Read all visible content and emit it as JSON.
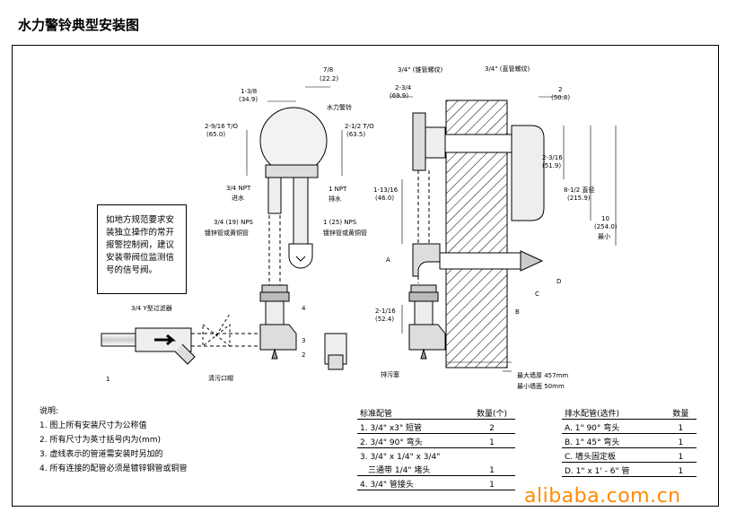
{
  "title": "水力警铃典型安装图",
  "callouts": {
    "d_7_8": "7/8",
    "d_7_8_mm": "(22.2)",
    "d_1_3_8": "1-3/8",
    "d_1_3_8_mm": "(34.9)",
    "d_2_9_16": "2-9/16 T/O",
    "d_2_9_16_mm": "(65.0)",
    "d_2_1_2": "2-1/2 T/O",
    "d_2_1_2_mm": "(63.5)",
    "alarm": "水力警铃",
    "npt_in": "3/4 NPT",
    "inlet": "进水",
    "npt_out": "1 NPT",
    "drain": "排水",
    "nps_in": "3/4 (19) NPS",
    "pipe_in": "镀锌管或黄铜管",
    "nps_out": "1 (25) NPS",
    "pipe_out": "镀锌管或黄铜管",
    "y_strainer": "3/4 Y型过滤器",
    "cleanout": "清污口帽",
    "num1": "1",
    "num2": "2",
    "num3": "3",
    "num4": "4",
    "thread_taper": "3/4\" (锥管螺纹)",
    "thread_straight": "3/4\" (直管螺纹)",
    "d_2_3_4": "2-3/4",
    "d_2_3_4_mm": "(69.9)",
    "d_2": "2",
    "d_2_mm": "(50.8)",
    "d_2_3_16": "2-3/16",
    "d_2_3_16_mm": "(51.9)",
    "d_8_1_2": "8-1/2 直径",
    "d_8_1_2_mm": "(215.9)",
    "d_10": "10",
    "d_10_mm": "(254.0)",
    "d_10_min": "最小",
    "d_1_13_16": "1-13/16",
    "d_1_13_16_mm": "(46.0)",
    "d_2_1_16": "2-1/16",
    "d_2_1_16_mm": "(52.4)",
    "lbl_a": "A",
    "lbl_b": "B",
    "lbl_c": "C",
    "lbl_d": "D",
    "drain_plug": "排污塞",
    "wall_max": "最大墙厚 457mm",
    "wall_min": "最小墙面 50mm"
  },
  "note_box": "如地方规范要求安装独立操作的常开报警控制阀，建议安装带阀位监测信号的信号阀。",
  "legend": {
    "heading": "说明:",
    "items": [
      "1. 图上所有安装尺寸为公称值",
      "2. 所有尺寸为英寸括号内为(mm)",
      "3. 虚线表示的管道需安装时另加的",
      "4. 所有连接的配管必须是镀锌钢管或铜管"
    ]
  },
  "standard_table": {
    "col_name": "标准配管",
    "col_qty": "数量(个)",
    "rows": [
      {
        "name": "1. 3/4\" x3\" 短管",
        "qty": "2"
      },
      {
        "name": "2. 3/4\" 90° 弯头",
        "qty": "1"
      },
      {
        "name": "3. 3/4\" x 1/4\" x 3/4\"",
        "qty": ""
      },
      {
        "name": "三通带 1/4\" 堵头",
        "qty": "1"
      },
      {
        "name": "4.  3/4\" 管接头",
        "qty": "1"
      }
    ]
  },
  "drain_table": {
    "col_name": "排水配管(选件)",
    "col_qty": "数量",
    "rows": [
      {
        "name": "A. 1\" 90° 弯头",
        "qty": "1"
      },
      {
        "name": "B. 1\" 45° 弯头",
        "qty": "1"
      },
      {
        "name": "C. 墙头固定板",
        "qty": "1"
      },
      {
        "name": "D. 1\" x 1' - 6\" 管",
        "qty": "1"
      }
    ]
  },
  "watermark": "alibaba.com.cn"
}
